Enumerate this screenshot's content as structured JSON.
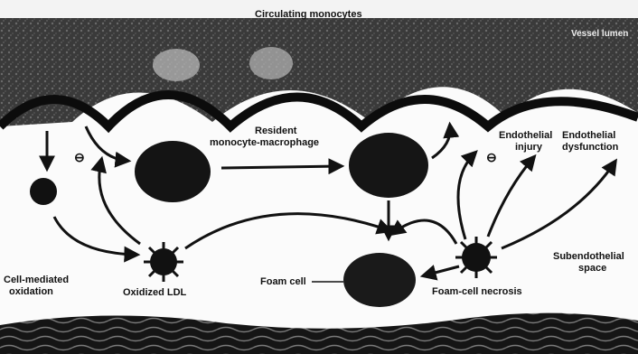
{
  "diagram": {
    "labels": {
      "circulating_monocytes": "Circulating monocytes",
      "vessel_lumen": "Vessel lumen",
      "resident_line1": "Resident",
      "resident_line2": "monocyte-macrophage",
      "endothelial_injury_line1": "Endothelial",
      "endothelial_injury_line2": "injury",
      "endothelial_dysfunction_line1": "Endothelial",
      "endothelial_dysfunction_line2": "dysfunction",
      "subendothelial_line1": "Subendothelial",
      "subendothelial_line2": "space",
      "cell_mediated_line1": "Cell-mediated",
      "cell_mediated_line2": "oxidation",
      "oxidized_ldl": "Oxidized LDL",
      "foam_cell": "Foam cell",
      "foam_cell_necrosis": "Foam-cell necrosis",
      "minus_sign": "⊖"
    },
    "colors": {
      "lumen": "#2a2a2a",
      "endothelium": "#0c0c0c",
      "cells": "#111111",
      "background": "#f7f7f7",
      "media_band": "#1a1a1a"
    }
  }
}
